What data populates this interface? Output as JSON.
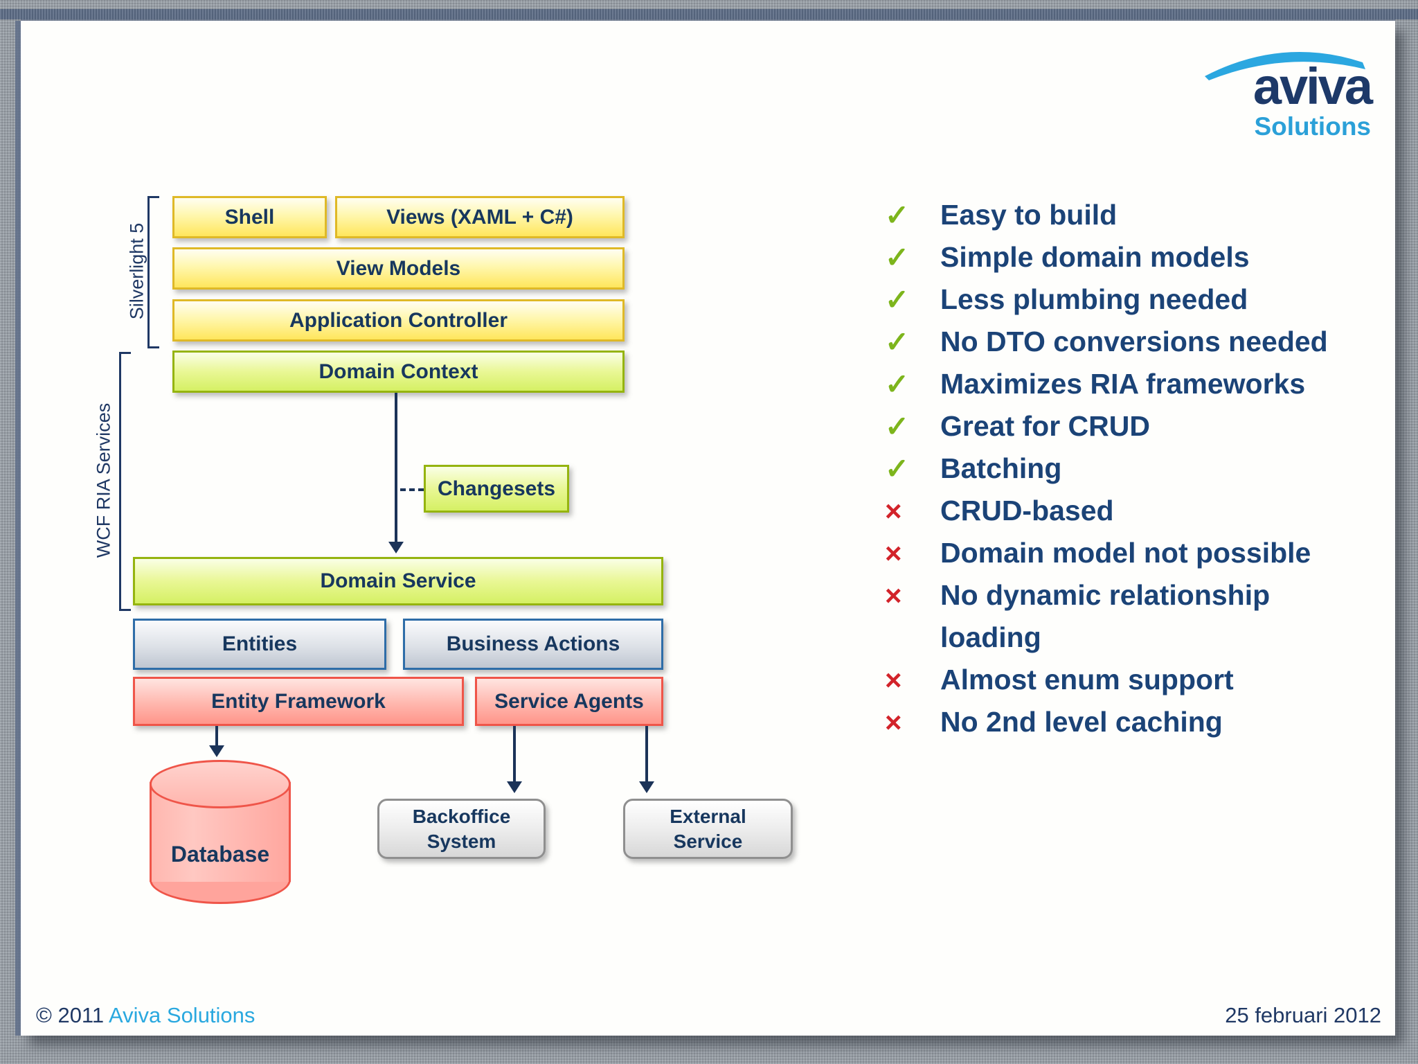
{
  "logo": {
    "brand": "aviva",
    "sub": "Solutions"
  },
  "diagram": {
    "group_labels": {
      "silverlight": "Silverlight 5",
      "wcf": "WCF RIA Services"
    },
    "nodes": {
      "shell": {
        "label": "Shell"
      },
      "views": {
        "label": "Views (XAML + C#)"
      },
      "view_models": {
        "label": "View Models"
      },
      "application_controller": {
        "label": "Application Controller"
      },
      "domain_context": {
        "label": "Domain Context"
      },
      "changesets": {
        "label": "Changesets"
      },
      "domain_service": {
        "label": "Domain Service"
      },
      "entities": {
        "label": "Entities"
      },
      "business_actions": {
        "label": "Business Actions"
      },
      "entity_framework": {
        "label": "Entity Framework"
      },
      "service_agents": {
        "label": "Service Agents"
      },
      "database": {
        "label": "Database"
      },
      "backoffice_system": {
        "label": "Backoffice\nSystem"
      },
      "external_service": {
        "label": "External\nService"
      }
    }
  },
  "checklist": {
    "items": [
      {
        "mark": "✓",
        "kind": "pro",
        "text": "Easy to build"
      },
      {
        "mark": "✓",
        "kind": "pro",
        "text": "Simple domain models"
      },
      {
        "mark": "✓",
        "kind": "pro",
        "text": "Less plumbing needed"
      },
      {
        "mark": "✓",
        "kind": "pro",
        "text": "No DTO conversions needed"
      },
      {
        "mark": "✓",
        "kind": "pro",
        "text": "Maximizes RIA frameworks"
      },
      {
        "mark": "✓",
        "kind": "pro",
        "text": "Great for CRUD"
      },
      {
        "mark": "✓",
        "kind": "pro",
        "text": "Batching"
      },
      {
        "mark": "×",
        "kind": "con",
        "text": "CRUD-based"
      },
      {
        "mark": "×",
        "kind": "con",
        "text": "Domain model not possible"
      },
      {
        "mark": "×",
        "kind": "con",
        "text": "No dynamic relationship loading"
      },
      {
        "mark": "×",
        "kind": "con",
        "text": "Almost enum support"
      },
      {
        "mark": "×",
        "kind": "con",
        "text": "No 2nd level caching"
      }
    ]
  },
  "footer": {
    "copyright_prefix": "© 2011 ",
    "company": "Aviva Solutions",
    "date": "25 februari 2012"
  },
  "colors": {
    "accent_yellow": "#FFE65C",
    "accent_green": "#D5F064",
    "accent_pink": "#FF958A",
    "accent_gray_blue": "#BFC6D1",
    "border_gold": "#DFB927",
    "border_green": "#95B40F",
    "border_blue": "#2E6DA8",
    "border_red": "#EF5549",
    "text_navy": "#17375E",
    "check_green": "#7DB51C",
    "cross_red": "#D2232A",
    "logo_blue": "#2BA0D8",
    "band_blue_gray": "#5B6B85"
  }
}
